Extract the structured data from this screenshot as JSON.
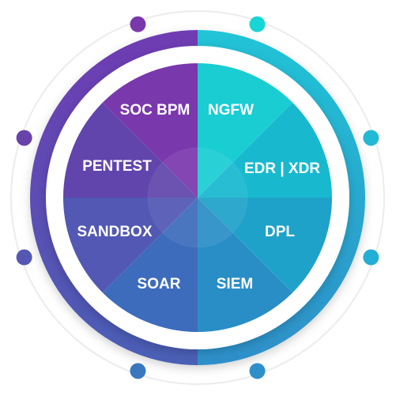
{
  "wheel": {
    "segments": [
      {
        "id": "soc-bpm",
        "label": "SOC BPM",
        "color": "#7a38ad"
      },
      {
        "id": "ngfw",
        "label": "NGFW",
        "color": "#19cdd3"
      },
      {
        "id": "edr-xdr",
        "label": "EDR | XDR",
        "color": "#18b9cf"
      },
      {
        "id": "dpl",
        "label": "DPL",
        "color": "#1fa2c9"
      },
      {
        "id": "siem",
        "label": "SIEM",
        "color": "#2a8ec6"
      },
      {
        "id": "soar",
        "label": "SOAR",
        "color": "#3d6cbc"
      },
      {
        "id": "sandbox",
        "label": "SANDBOX",
        "color": "#5258b4"
      },
      {
        "id": "pentest",
        "label": "PENTEST",
        "color": "#6145ac"
      }
    ],
    "ring_colors": {
      "purple": "#6f3bb2",
      "cyan": "#21c4d6",
      "blue_left": "#4a5fb6",
      "blue_right": "#2f8fc9"
    },
    "dot_colors": [
      "#7a38ad",
      "#19d6d6",
      "#21b9d4",
      "#23aed6",
      "#2f8fc9",
      "#3978be",
      "#5558b2",
      "#6a43aa"
    ]
  }
}
